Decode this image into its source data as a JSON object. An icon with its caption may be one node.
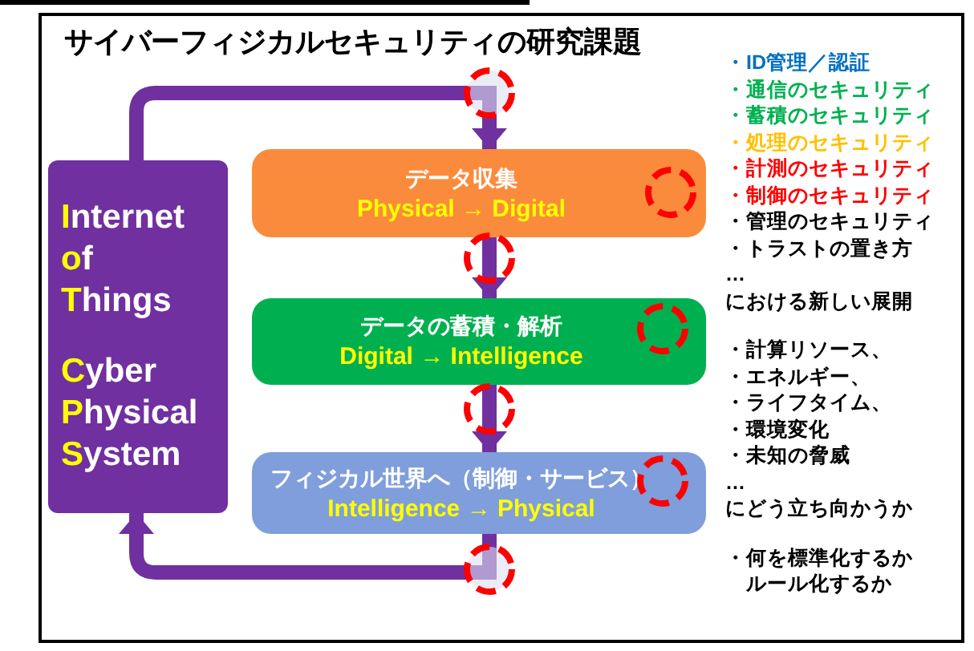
{
  "diagram": {
    "title": "サイバーフィジカルセキュリティの研究課題",
    "nodes": [
      {
        "text": [
          "Internet of Things",
          "Cyber Physical System"
        ]
      },
      {
        "text": [
          "データ収集",
          "Physical → Digital"
        ]
      },
      {
        "text": [
          "データの蓄積・解析",
          "Digital → Intelligence"
        ]
      },
      {
        "text": [
          "フィジカル世界へ（制御・サービス）",
          "Intelligence → Physical"
        ]
      }
    ],
    "edges": [
      {
        "from": 0,
        "to": 1,
        "arrow": "to"
      },
      {
        "from": 1,
        "to": 2,
        "arrow": "to"
      },
      {
        "from": 2,
        "to": 3,
        "arrow": "to"
      },
      {
        "from": 3,
        "to": 0,
        "arrow": "to"
      }
    ],
    "labels": [
      "・ID管理／認証",
      "・通信のセキュリティ",
      "・蓄積のセキュリティ",
      "・処理のセキュリティ",
      "・計測のセキュリティ",
      "・制御のセキュリティ",
      "・管理のセキュリティ",
      "・トラストの置き方",
      "…",
      "における新しい展開",
      "・計算リソース、",
      "・エネルギー、",
      "・ライフタイム、",
      "・環境変化",
      "・未知の脅威",
      "…",
      "にどう立ち向かうか",
      "・何を標準化するかルール化するか"
    ]
  }
}
